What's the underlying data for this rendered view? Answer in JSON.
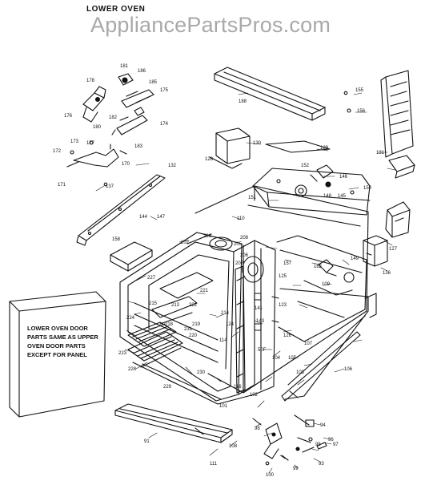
{
  "header": {
    "title": "LOWER OVEN",
    "watermark": "AppliancePartsPros.com"
  },
  "door_note": {
    "lines": [
      "LOWER OVEN DOOR",
      "PARTS SAME AS UPPER",
      "OVEN DOOR PARTS",
      "EXCEPT FOR PANEL"
    ]
  },
  "callouts": [
    {
      "id": "c178",
      "label": "178"
    },
    {
      "id": "c181",
      "label": "181"
    },
    {
      "id": "c186",
      "label": "186"
    },
    {
      "id": "c185",
      "label": "185"
    },
    {
      "id": "c175",
      "label": "175"
    },
    {
      "id": "c176",
      "label": "176"
    },
    {
      "id": "c180",
      "label": "180"
    },
    {
      "id": "c182",
      "label": "182"
    },
    {
      "id": "c174",
      "label": "174"
    },
    {
      "id": "c172",
      "label": "172"
    },
    {
      "id": "c173",
      "label": "173"
    },
    {
      "id": "c177",
      "label": "177"
    },
    {
      "id": "c183",
      "label": "183"
    },
    {
      "id": "c170",
      "label": "170"
    },
    {
      "id": "c171",
      "label": "171"
    },
    {
      "id": "c132",
      "label": "132"
    },
    {
      "id": "c137",
      "label": "137"
    },
    {
      "id": "c188",
      "label": "188"
    },
    {
      "id": "c155",
      "label": "155"
    },
    {
      "id": "c156",
      "label": "156"
    },
    {
      "id": "c130",
      "label": "130"
    },
    {
      "id": "c129",
      "label": "129"
    },
    {
      "id": "c128",
      "label": "128"
    },
    {
      "id": "c131",
      "label": "131"
    },
    {
      "id": "c152",
      "label": "152"
    },
    {
      "id": "c151",
      "label": "151"
    },
    {
      "id": "c150",
      "label": "150"
    },
    {
      "id": "c148",
      "label": "148"
    },
    {
      "id": "c146",
      "label": "146"
    },
    {
      "id": "c145",
      "label": "145"
    },
    {
      "id": "c144",
      "label": "144"
    },
    {
      "id": "c147",
      "label": "147"
    },
    {
      "id": "c110",
      "label": "110"
    },
    {
      "id": "c149",
      "label": "149"
    },
    {
      "id": "c127",
      "label": "127"
    },
    {
      "id": "c136",
      "label": "136"
    },
    {
      "id": "c201",
      "label": "201"
    },
    {
      "id": "c202",
      "label": "202"
    },
    {
      "id": "c205",
      "label": "205"
    },
    {
      "id": "c206",
      "label": "206"
    },
    {
      "id": "c207",
      "label": "207"
    },
    {
      "id": "c208",
      "label": "208"
    },
    {
      "id": "c157",
      "label": "157"
    },
    {
      "id": "c162",
      "label": "162"
    },
    {
      "id": "c109",
      "label": "109"
    },
    {
      "id": "c158",
      "label": "158"
    },
    {
      "id": "c125",
      "label": "125"
    },
    {
      "id": "c123",
      "label": "123"
    },
    {
      "id": "c126",
      "label": "126"
    },
    {
      "id": "c221",
      "label": "221"
    },
    {
      "id": "c227",
      "label": "227"
    },
    {
      "id": "c222",
      "label": "222"
    },
    {
      "id": "c214",
      "label": "214"
    },
    {
      "id": "c213",
      "label": "213"
    },
    {
      "id": "c215",
      "label": "215"
    },
    {
      "id": "c224",
      "label": "224"
    },
    {
      "id": "c223",
      "label": "223"
    },
    {
      "id": "c231",
      "label": "231"
    },
    {
      "id": "c218",
      "label": "218"
    },
    {
      "id": "c219",
      "label": "219"
    },
    {
      "id": "c220",
      "label": "220"
    },
    {
      "id": "c228",
      "label": "228"
    },
    {
      "id": "c229",
      "label": "229"
    },
    {
      "id": "c230",
      "label": "230"
    },
    {
      "id": "c116",
      "label": "116"
    },
    {
      "id": "c114",
      "label": "114"
    },
    {
      "id": "c143",
      "label": "143"
    },
    {
      "id": "c141",
      "label": "141"
    },
    {
      "id": "c124",
      "label": "124"
    },
    {
      "id": "c107",
      "label": "107"
    },
    {
      "id": "c106",
      "label": "106"
    },
    {
      "id": "c105",
      "label": "105"
    },
    {
      "id": "c104",
      "label": "104"
    },
    {
      "id": "c103",
      "label": "103"
    },
    {
      "id": "c102",
      "label": "102"
    },
    {
      "id": "c101",
      "label": "101"
    },
    {
      "id": "c94",
      "label": "94"
    },
    {
      "id": "c96",
      "label": "96"
    },
    {
      "id": "c97",
      "label": "97"
    },
    {
      "id": "c95",
      "label": "95"
    },
    {
      "id": "c98",
      "label": "98"
    },
    {
      "id": "c99",
      "label": "99"
    },
    {
      "id": "c100",
      "label": "100"
    },
    {
      "id": "c93",
      "label": "93"
    },
    {
      "id": "c91",
      "label": "91"
    },
    {
      "id": "c108",
      "label": "108"
    },
    {
      "id": "c111",
      "label": "111"
    },
    {
      "id": "c50F",
      "label": "50F"
    }
  ]
}
